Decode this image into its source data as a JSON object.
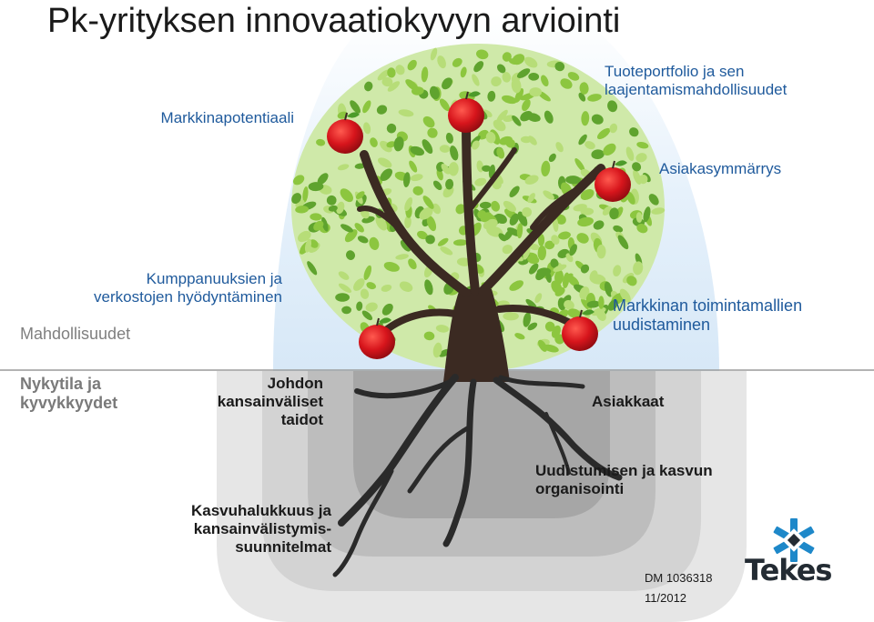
{
  "title": "Pk-yrityksen innovaatiokyvyn arviointi",
  "labels": {
    "markkinapotentiaali": "Markkinapotentiaali",
    "tuoteportfolio_1": "Tuoteportfolio ja sen",
    "tuoteportfolio_2": "laajentamismahdollisuudet",
    "asiakasymmarrys": "Asiakasymmärrys",
    "kumppanuuksien_1": "Kumppanuuksien ja",
    "kumppanuuksien_2": "verkostojen hyödyntäminen",
    "mahdollisuudet": "Mahdollisuudet",
    "markkinan_1": "Markkinan toimintamallien",
    "markkinan_2": "uudistaminen",
    "nykytila_1": "Nykytila ja",
    "nykytila_2": "kyvykkyydet",
    "johdon_1": "Johdon",
    "johdon_2": "kansainväliset",
    "johdon_3": "taidot",
    "asiakkaat": "Asiakkaat",
    "uudistumisen_1": "Uudistumisen ja kasvun",
    "uudistumisen_2": "organisointi",
    "kasvuhalukkuus_1": "Kasvuhalukkuus ja",
    "kasvuhalukkuus_2": "kansainvälistymis-",
    "kasvuhalukkuus_3": "suunnitelmat"
  },
  "footer": {
    "doc_ref": "DM 1036318",
    "date": "11/2012",
    "logo_text": "Tekes"
  },
  "colors": {
    "leaf_light": "#b7dd78",
    "leaf_mid": "#8cc63f",
    "leaf_dark": "#5fa32e",
    "trunk": "#3b2a22",
    "apple": "#d7151c",
    "label_blue": "#1f5a9c",
    "logo_blue": "#1e88c9",
    "logo_dark": "#232b33"
  }
}
